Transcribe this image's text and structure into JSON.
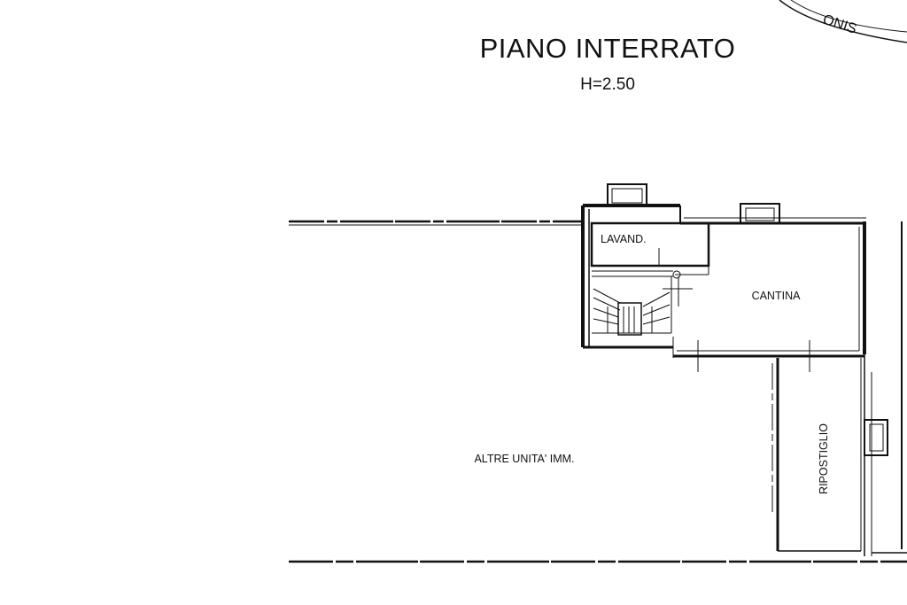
{
  "plan": {
    "title": "PIANO INTERRATO",
    "height_label": "H=2.50",
    "stamp_text": "ONIS"
  },
  "rooms": {
    "laundry": "LAVAND.",
    "cellar": "CANTINA",
    "storage": "RIPOSTIGLIO",
    "other_units": "ALTRE UNITA' IMM."
  },
  "colors": {
    "ink": "#111111",
    "background": "#ffffff"
  }
}
